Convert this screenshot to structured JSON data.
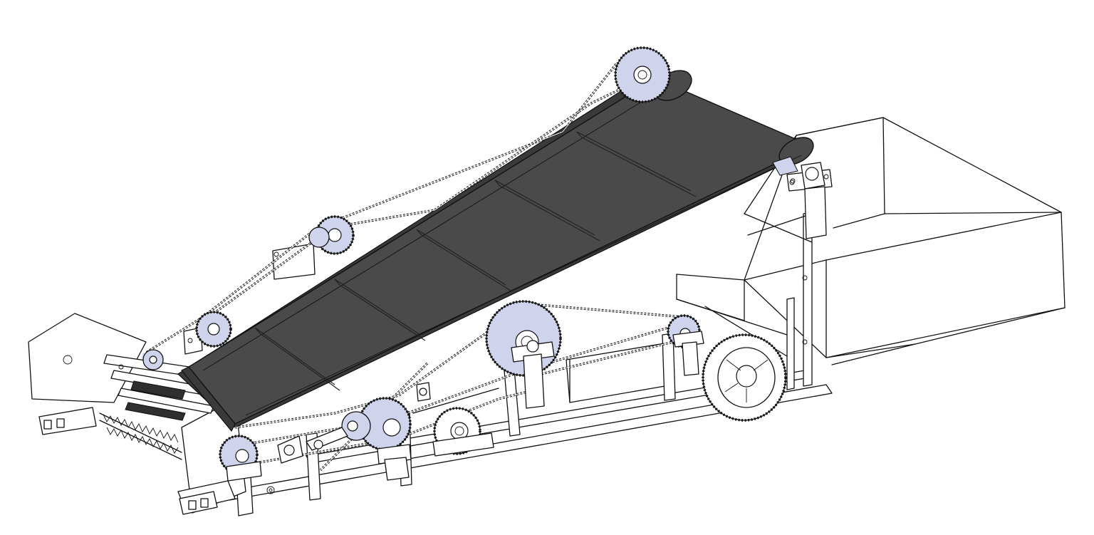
{
  "figure": {
    "background": "#ffffff",
    "colors": {
      "belt": "#4a4a4a",
      "sprocket": "#cfd4ec",
      "line": "#111111"
    },
    "components": [
      "inclined-conveyor-belt",
      "drive-chain",
      "sprockets",
      "support-frame",
      "collection-hopper",
      "ground-wheel",
      "digging-blades",
      "hitch-plate"
    ]
  }
}
